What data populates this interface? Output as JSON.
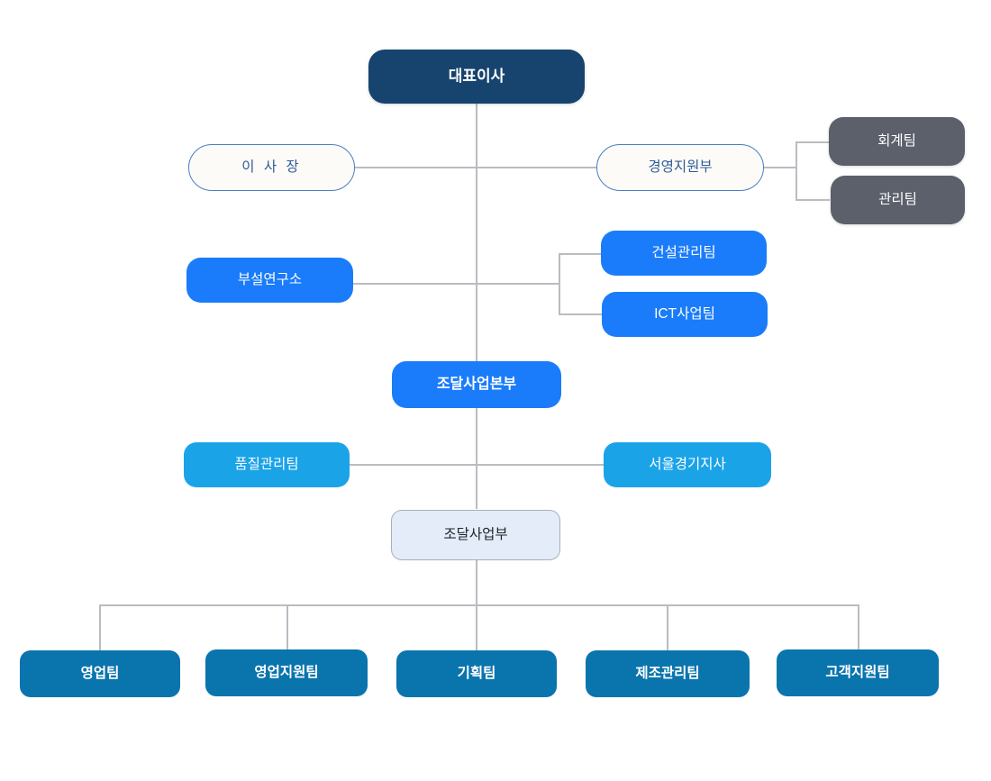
{
  "chart": {
    "type": "org-chart",
    "title": "",
    "background_color": "#ffffff",
    "connector_color": "#b9bcc0",
    "palette": {
      "ceo_navy": "#16446e",
      "outline_border": "#4a7ec0",
      "outline_fill": "#fdfbf7",
      "gray": "#5b606b",
      "bright_blue": "#1a7cfa",
      "sky_blue": "#1ba3e8",
      "pale_blue": "#e4ecfa",
      "teal_blue": "#0a74ad"
    }
  },
  "nodes": {
    "ceo": {
      "label": "대표이사",
      "style": "navy-filled",
      "level": 1
    },
    "chairman": {
      "label": "이 사 장",
      "style": "outlined-pill",
      "level": 2
    },
    "management_support": {
      "label": "경영지원부",
      "style": "outlined-pill",
      "level": 2
    },
    "accounting_team": {
      "label": "회계팀",
      "style": "gray-filled",
      "level": 3
    },
    "admin_team": {
      "label": "관리팀",
      "style": "gray-filled",
      "level": 3
    },
    "research_institute": {
      "label": "부설연구소",
      "style": "blue-filled",
      "level": 3
    },
    "construction_mgmt_team": {
      "label": "건설관리팀",
      "style": "blue-filled",
      "level": 4
    },
    "ict_business_team": {
      "label": "ICT사업팀",
      "style": "blue-filled",
      "level": 4
    },
    "procurement_hq": {
      "label": "조달사업본부",
      "style": "blue-filled-bold",
      "level": 4
    },
    "quality_mgmt_team": {
      "label": "품질관리팀",
      "style": "sky-filled",
      "level": 5
    },
    "seoul_gyeonggi_branch": {
      "label": "서울경기지사",
      "style": "sky-filled",
      "level": 5
    },
    "procurement_div": {
      "label": "조달사업부",
      "style": "pale-outlined",
      "level": 6
    }
  },
  "bottom_row": {
    "items": [
      {
        "label": "영업팀"
      },
      {
        "label": "영업지원팀"
      },
      {
        "label": "기획팀"
      },
      {
        "label": "제조관리팀"
      },
      {
        "label": "고객지원팀"
      }
    ]
  }
}
